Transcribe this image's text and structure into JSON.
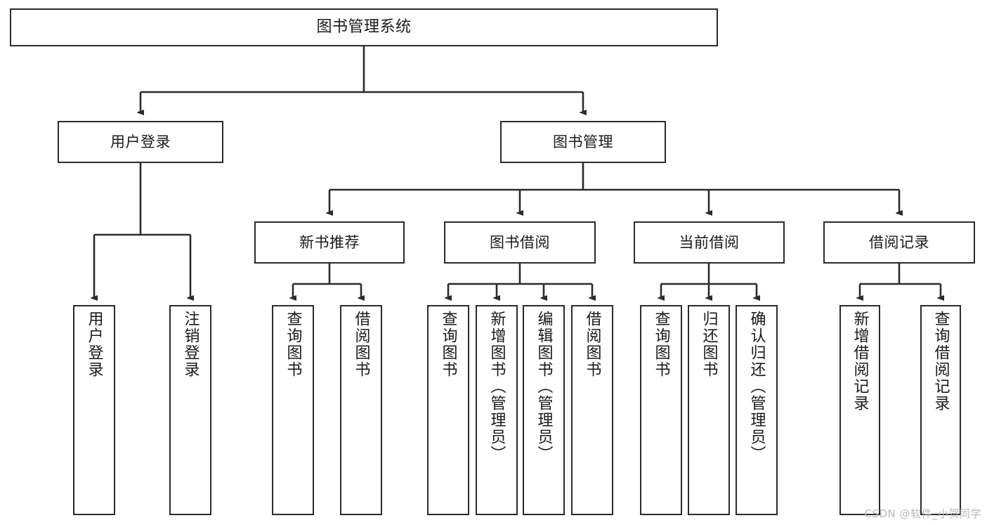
{
  "diagram": {
    "type": "tree",
    "title": "图书管理系统",
    "root": {
      "id": "root",
      "label": "图书管理系统"
    },
    "level2": [
      {
        "id": "user-login",
        "label": "用户登录"
      },
      {
        "id": "book-manage",
        "label": "图书管理"
      }
    ],
    "level3": [
      {
        "id": "new-book-recommend",
        "label": "新书推荐",
        "parent": "book-manage"
      },
      {
        "id": "book-borrow",
        "label": "图书借阅",
        "parent": "book-manage"
      },
      {
        "id": "current-borrow",
        "label": "当前借阅",
        "parent": "book-manage"
      },
      {
        "id": "borrow-record",
        "label": "借阅记录",
        "parent": "book-manage"
      }
    ],
    "leaves": {
      "user-login": [
        {
          "id": "leaf-user-login",
          "label": "用户登录"
        },
        {
          "id": "leaf-logout",
          "label": "注销登录"
        }
      ],
      "new-book-recommend": [
        {
          "id": "leaf-query-book-1",
          "label": "查询图书"
        },
        {
          "id": "leaf-borrow-book-1",
          "label": "借阅图书"
        }
      ],
      "book-borrow": [
        {
          "id": "leaf-query-book-2",
          "label": "查询图书"
        },
        {
          "id": "leaf-add-book",
          "label": "新增图书（管理员）"
        },
        {
          "id": "leaf-edit-book",
          "label": "编辑图书（管理员）"
        },
        {
          "id": "leaf-borrow-book-2",
          "label": "借阅图书"
        }
      ],
      "current-borrow": [
        {
          "id": "leaf-query-book-3",
          "label": "查询图书"
        },
        {
          "id": "leaf-return-book",
          "label": "归还图书"
        },
        {
          "id": "leaf-confirm-return",
          "label": "确认归还（管理员）"
        }
      ],
      "borrow-record": [
        {
          "id": "leaf-add-record",
          "label": "新增借阅记录"
        },
        {
          "id": "leaf-query-record",
          "label": "查询借阅记录"
        }
      ]
    }
  },
  "watermark": {
    "text": "CSDN @软件_小贺同学"
  },
  "colors": {
    "stroke": "#2b2b2b",
    "background": "#ffffff",
    "text": "#1a1a1a",
    "watermark": "#b9b9b9"
  }
}
